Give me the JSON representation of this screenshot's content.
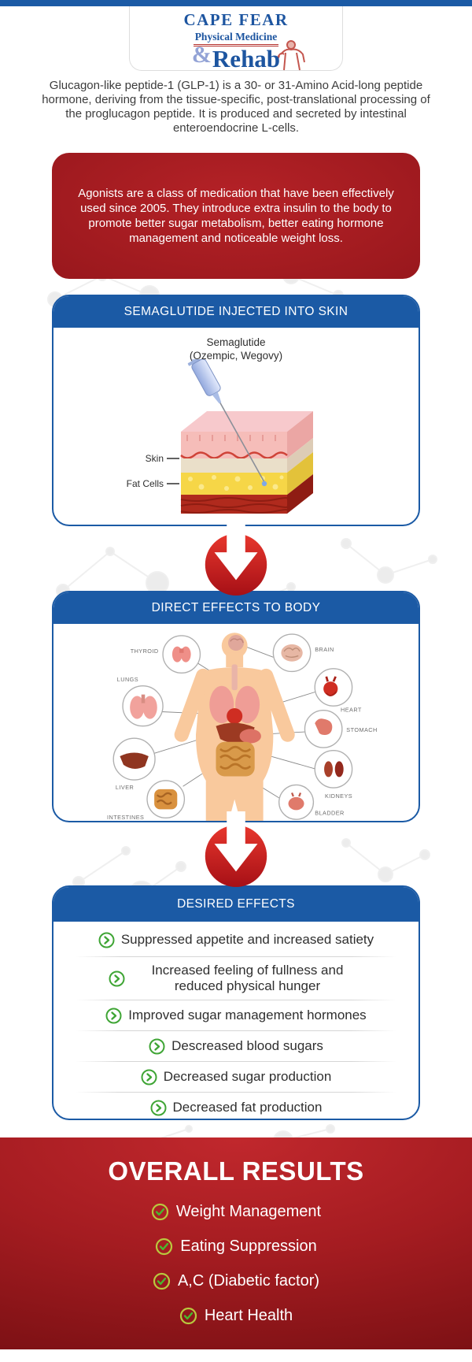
{
  "logo": {
    "name_top": "CAPE FEAR",
    "name_mid": "Physical Medicine",
    "amp": "&",
    "name_bottom": "Rehab"
  },
  "intro_text": "Glucagon-like peptide-1 (GLP-1) is a 30- or 31-Amino Acid-long peptide hormone, deriving from the tissue-specific, post-translational processing of the proglucagon peptide. It is produced and secreted by intestinal enteroendocrine L-cells.",
  "agonists_text": "Agonists are a class of medication that have been effectively used since 2005. They introduce extra insulin to the body to promote better sugar metabolism, better eating hormone management and noticeable weight loss.",
  "sections": {
    "semaglutide": {
      "title": "SEMAGLUTIDE INJECTED INTO SKIN",
      "drug_name": "Semaglutide",
      "drug_brands": "(Ozempic, Wegovy)",
      "label_skin": "Skin",
      "label_fat": "Fat Cells"
    },
    "direct_effects": {
      "title": "DIRECT EFFECTS TO BODY",
      "organ_labels": [
        "THYROID",
        "LUNGS",
        "LIVER",
        "INTESTINES",
        "BRAIN",
        "HEART",
        "STOMACH",
        "KIDNEYS",
        "BLADDER"
      ]
    },
    "desired_effects": {
      "title": "DESIRED EFFECTS",
      "items": [
        "Suppressed appetite and increased satiety",
        "Increased feeling of fullness and reduced physical hunger",
        "Improved sugar management hormones",
        "Descreased blood sugars",
        "Decreased sugar production",
        "Decreased fat production"
      ]
    },
    "overall_results": {
      "title": "OVERALL RESULTS",
      "items": [
        "Weight Management",
        "Eating Suppression",
        "A,C (Diabetic factor)",
        "Heart Health"
      ]
    }
  },
  "colors": {
    "brand_blue": "#1b5aa5",
    "brand_red_dark": "#7a1013",
    "brand_red": "#b2252a",
    "list_green": "#3fa535",
    "check_ring": "#b9c83e",
    "text_dark": "#3c3c3c"
  }
}
